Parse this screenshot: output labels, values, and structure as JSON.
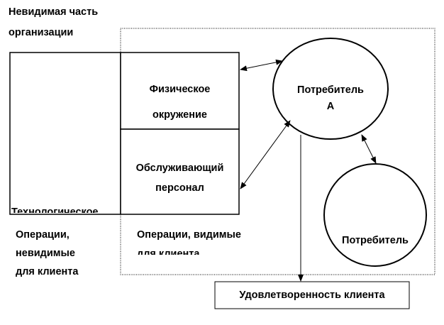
{
  "diagram": {
    "invisible_part_title": [
      "Невидимая часть",
      "организации"
    ],
    "technological_core_label": "Технологическое",
    "physical_environment": [
      "Физическое",
      "окружение"
    ],
    "service_personnel": [
      "Обслуживающий",
      "персонал"
    ],
    "consumer_a": [
      "Потребитель",
      "А"
    ],
    "consumer_b": "Потребитель",
    "operations_invisible": [
      "Операции,",
      "невидимые",
      "для клиента"
    ],
    "operations_visible": [
      "Операции, видимые",
      "для клиента"
    ],
    "customer_satisfaction": "Удовлетворенность клиента"
  }
}
